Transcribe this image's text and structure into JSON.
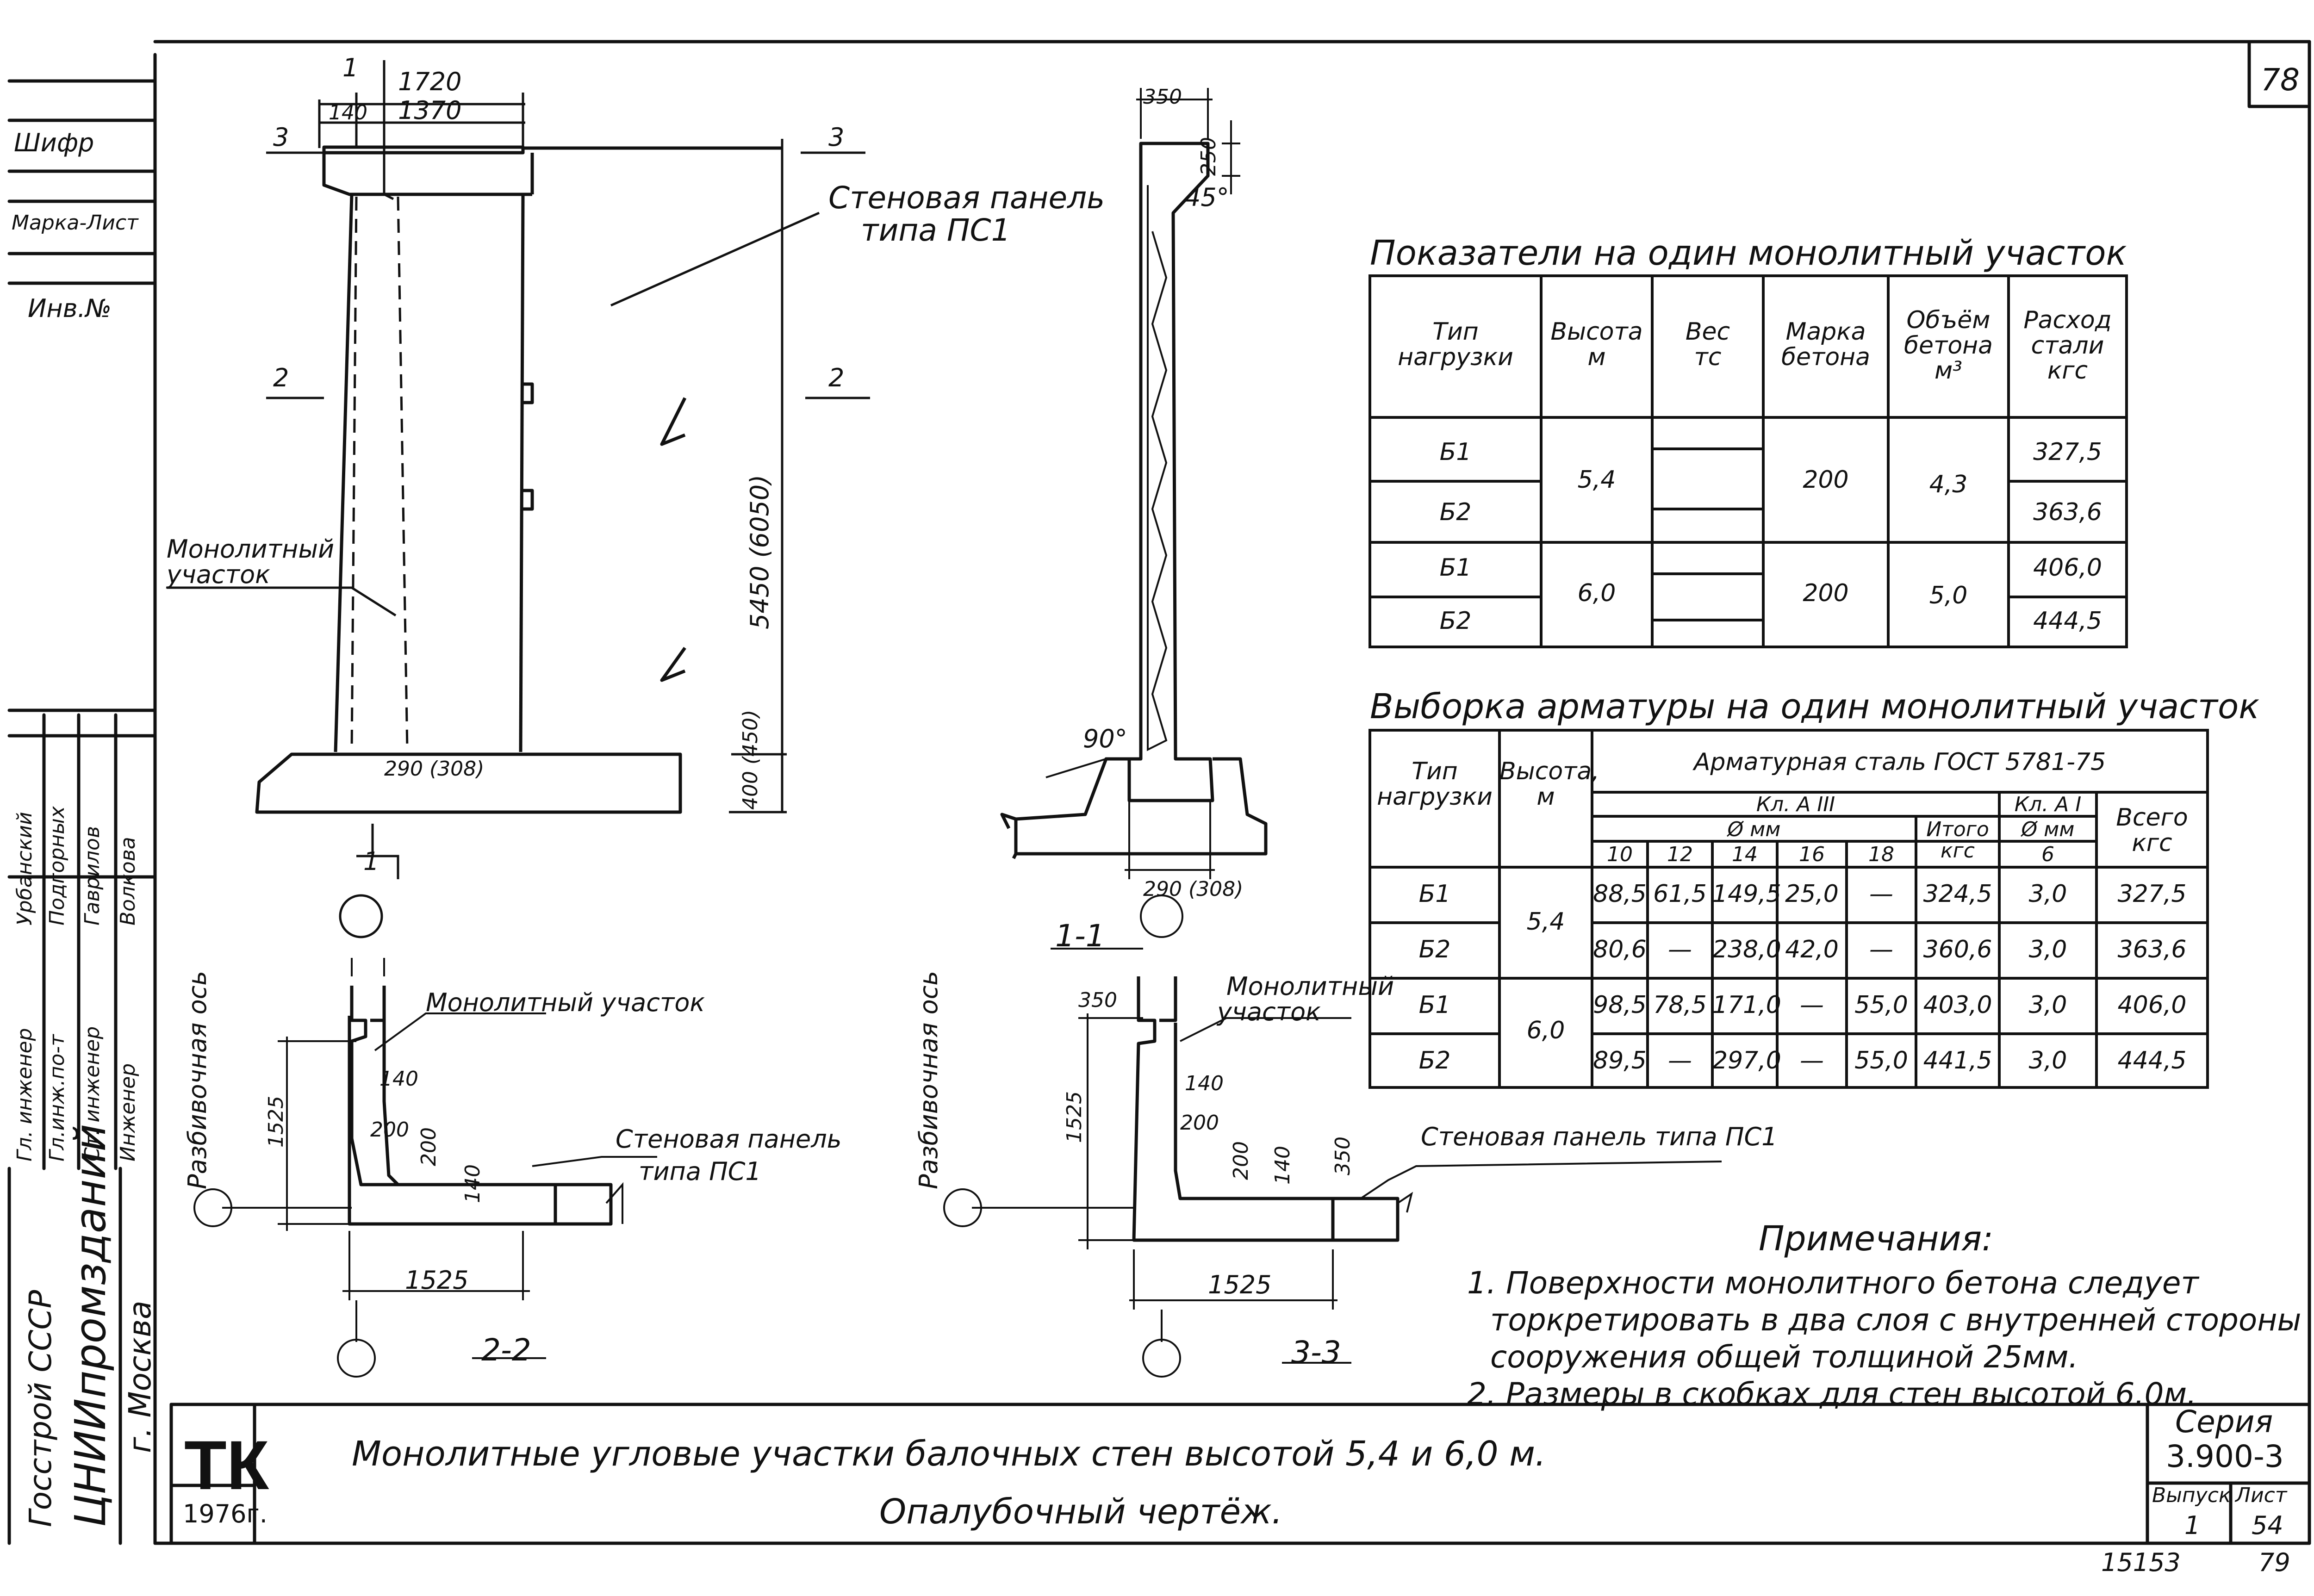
{
  "sheet_no": "78",
  "side_stamp": {
    "shifr": "Шифр",
    "marka_list": "Марка-Лист",
    "inv_no": "Инв.№"
  },
  "org": {
    "line1": "Госстрой СССР",
    "line2": "ЦНИИпромзданий",
    "line3": "г. Москва"
  },
  "staff": {
    "roles": [
      "Гл. инженер",
      "Гл.инж.по-т",
      "Ст. инженер",
      "Инженер"
    ],
    "names": [
      "Урбанский",
      "Подгорных",
      "Гаврилов",
      "Волкова"
    ]
  },
  "axis_label": "Разбивочная ось",
  "elevation": {
    "dims": [
      "1",
      "1720",
      "140",
      "1370",
      "5450 (6050)",
      "400 (450)",
      "290 (308)"
    ],
    "cut_3": "3",
    "cut_2": "2",
    "cut_1": "1",
    "callout_panel": [
      "Стеновая панель",
      "типа ПС1"
    ],
    "callout_mono": [
      "Монолитный",
      "участок"
    ]
  },
  "section_1": {
    "dims": [
      "350",
      "250",
      "45°",
      "90°",
      "290 (308)"
    ],
    "title": "1-1"
  },
  "section_2": {
    "title": "2-2",
    "callout_mono": "Монолитный участок",
    "callout_panel": [
      "Стеновая панель",
      "типа ПС1"
    ],
    "dims": [
      "1525",
      "140",
      "200",
      "200",
      "140",
      "1525"
    ]
  },
  "section_3": {
    "title": "3-3",
    "callout_mono": [
      "Монолитный",
      "участок"
    ],
    "callout_panel": "Стеновая панель типа ПС1",
    "dims": [
      "350",
      "1525",
      "140",
      "200",
      "200",
      "140",
      "350",
      "1525"
    ]
  },
  "table1": {
    "title": "Показатели на один монолитный участок",
    "headers": [
      [
        "Тип",
        "нагрузки"
      ],
      [
        "Высота",
        "м"
      ],
      [
        "Вес",
        "тс"
      ],
      [
        "Марка",
        "бетона"
      ],
      [
        "Объём",
        "бетона",
        "м³"
      ],
      [
        "Расход",
        "стали",
        "кгс"
      ]
    ],
    "groups": [
      {
        "height": "5,4",
        "grade": "200",
        "volume": "4,3",
        "rows": [
          {
            "type": "Б1",
            "steel": "327,5"
          },
          {
            "type": "Б2",
            "steel": "363,6"
          }
        ]
      },
      {
        "height": "6,0",
        "grade": "200",
        "volume": "5,0",
        "rows": [
          {
            "type": "Б1",
            "steel": "406,0"
          },
          {
            "type": "Б2",
            "steel": "444,5"
          }
        ]
      }
    ]
  },
  "table2": {
    "title": "Выборка арматуры на один монолитный участок",
    "headers": {
      "type": [
        "Тип",
        "нагрузки"
      ],
      "height": [
        "Высота,",
        "м"
      ],
      "steel": "Арматурная сталь ГОСТ 5781-75",
      "class3": "Кл. А III",
      "class1": "Кл. А I",
      "dia": "Ø мм",
      "total": [
        "Итого",
        "кгс"
      ],
      "dia1": "Ø мм",
      "dia1v": "6",
      "grand": [
        "Всего",
        "кгс"
      ],
      "diams": [
        "10",
        "12",
        "14",
        "16",
        "18"
      ]
    },
    "groups": [
      {
        "height": "5,4",
        "rows": [
          {
            "type": "Б1",
            "vals": [
              "88,5",
              "61,5",
              "149,5",
              "25,0",
              "—"
            ],
            "total": "324,5",
            "a1": "3,0",
            "grand": "327,5"
          },
          {
            "type": "Б2",
            "vals": [
              "80,6",
              "—",
              "238,0",
              "42,0",
              "—"
            ],
            "total": "360,6",
            "a1": "3,0",
            "grand": "363,6"
          }
        ]
      },
      {
        "height": "6,0",
        "rows": [
          {
            "type": "Б1",
            "vals": [
              "98,5",
              "78,5",
              "171,0",
              "—",
              "55,0"
            ],
            "total": "403,0",
            "a1": "3,0",
            "grand": "406,0"
          },
          {
            "type": "Б2",
            "vals": [
              "89,5",
              "—",
              "297,0",
              "—",
              "55,0"
            ],
            "total": "441,5",
            "a1": "3,0",
            "grand": "444,5"
          }
        ]
      }
    ]
  },
  "notes": {
    "title": "Примечания:",
    "lines": [
      "1. Поверхности монолитного бетона следует",
      "торкретировать в два слоя с внутренней стороны",
      "сооружения общей толщиной 25мм.",
      "2. Размеры в скобках для стен высотой 6.0м."
    ]
  },
  "title_block": {
    "logo": "ТК",
    "year": "1976г.",
    "title1": "Монолитные угловые участки балочных стен высотой 5,4 и 6,0 м.",
    "title2": "Опалубочный чертёж.",
    "series_label": "Серия",
    "series": "3.900-3",
    "issue_label": "Выпуск",
    "issue": "1",
    "sheet_label": "Лист",
    "sheet": "54"
  },
  "footer": {
    "inv": "15153",
    "page": "79"
  }
}
